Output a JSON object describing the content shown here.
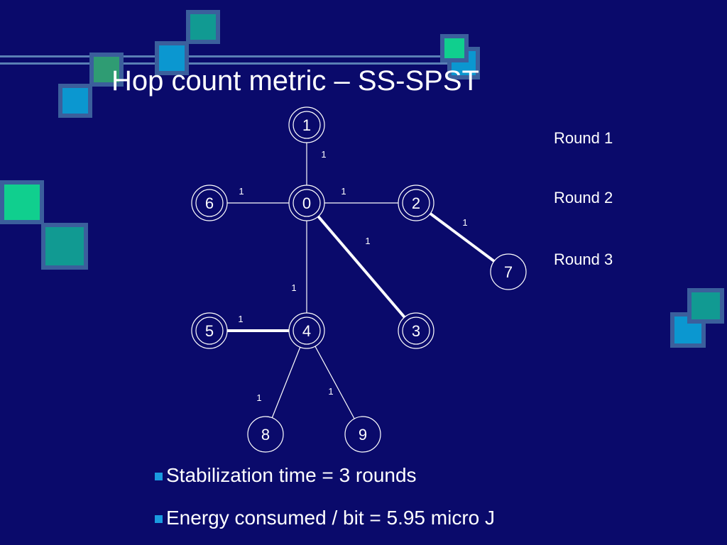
{
  "slide": {
    "title": "Hop count metric – SS-SPST",
    "rounds": [
      "Round 1",
      "Round 2",
      "Round 3"
    ],
    "bullets": [
      "Stabilization time = 3 rounds",
      "Energy consumed / bit = 5.95 micro J"
    ]
  },
  "colors": {
    "background": "#0a0a6b",
    "accent_teal": "#119a92",
    "accent_green": "#10cf8e",
    "accent_blue": "#0b97d0",
    "frame": "#3b5f9c",
    "bullet": "#1a9be0",
    "text": "#ffffff"
  },
  "diagram": {
    "nodes": [
      {
        "id": "1",
        "label": "1"
      },
      {
        "id": "6",
        "label": "6"
      },
      {
        "id": "0",
        "label": "0"
      },
      {
        "id": "2",
        "label": "2"
      },
      {
        "id": "7",
        "label": "7"
      },
      {
        "id": "5",
        "label": "5"
      },
      {
        "id": "4",
        "label": "4"
      },
      {
        "id": "3",
        "label": "3"
      },
      {
        "id": "8",
        "label": "8"
      },
      {
        "id": "9",
        "label": "9"
      }
    ],
    "edges": [
      {
        "from": "1",
        "to": "0",
        "weight": "1",
        "highlighted": false
      },
      {
        "from": "6",
        "to": "0",
        "weight": "1",
        "highlighted": false
      },
      {
        "from": "0",
        "to": "2",
        "weight": "1",
        "highlighted": false
      },
      {
        "from": "2",
        "to": "7",
        "weight": "1",
        "highlighted": true
      },
      {
        "from": "0",
        "to": "3",
        "weight": "1",
        "highlighted": true
      },
      {
        "from": "0",
        "to": "4",
        "weight": "1",
        "highlighted": false
      },
      {
        "from": "5",
        "to": "4",
        "weight": "1",
        "highlighted": true
      },
      {
        "from": "4",
        "to": "8",
        "weight": "1",
        "highlighted": false
      },
      {
        "from": "4",
        "to": "9",
        "weight": "1",
        "highlighted": false
      }
    ]
  }
}
